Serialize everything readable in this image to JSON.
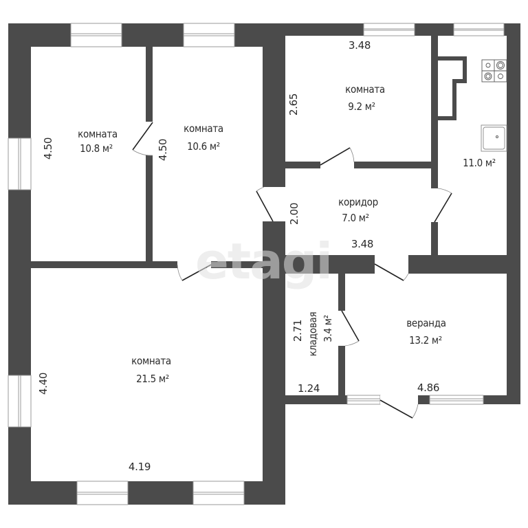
{
  "colors": {
    "wall": "#4b4b4b",
    "background": "#ffffff",
    "text": "#2b2b2b",
    "window_frame": "#9a9a9a",
    "door_leaf": "#222222",
    "watermark": "#e3e3e3"
  },
  "watermark": {
    "text": "etagi"
  },
  "rooms": [
    {
      "id": "room-1",
      "name": "комната",
      "area": "10.8 м²",
      "dimension": "4.50"
    },
    {
      "id": "room-2",
      "name": "комната",
      "area": "10.6 м²",
      "dimension": "4.50"
    },
    {
      "id": "room-3",
      "name": "комната",
      "area": "9.2 м²",
      "dimension_width": "3.48",
      "dimension_height": "2.65"
    },
    {
      "id": "kitchen",
      "name": "",
      "area": "11.0 м²"
    },
    {
      "id": "corridor",
      "name": "коридор",
      "area": "7.0 м²",
      "dimension_width": "3.48",
      "dimension_height": "2.00"
    },
    {
      "id": "living-room",
      "name": "комната",
      "area": "21.5 м²",
      "dimension_width": "4.19",
      "dimension_height": "4.40"
    },
    {
      "id": "storage",
      "name": "кладовая",
      "area": "3.4 м²",
      "dimension_width": "1.24",
      "dimension_height": "2.71"
    },
    {
      "id": "veranda",
      "name": "веранда",
      "area": "13.2 м²",
      "dimension_width": "4.86"
    }
  ],
  "fixtures": [
    {
      "type": "stove-icon",
      "burners": 4
    },
    {
      "type": "sink-icon"
    },
    {
      "type": "chimney-outline"
    }
  ]
}
